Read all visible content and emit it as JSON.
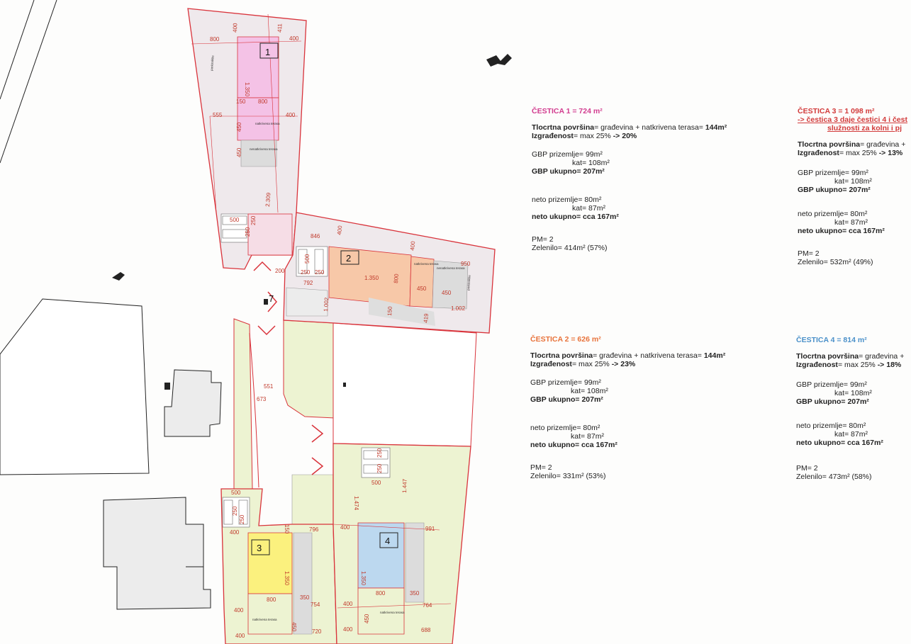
{
  "colors": {
    "parcel_outline": "#d9333b",
    "parcel_fill": "#efe9ec",
    "road_fill": "#edf3d2",
    "building_1": "#f4c2e6",
    "building_2": "#f7c8a8",
    "building_3": "#fbf17e",
    "building_4": "#bcd8ef",
    "title_1": "#d23c8f",
    "title_2": "#e8723a",
    "title_3": "#d23a3a",
    "title_4": "#4a90c9"
  },
  "plan": {
    "parcel_numbers": [
      "1",
      "2",
      "3",
      "4"
    ],
    "access_number": "7",
    "terrace_label": "natkrivena terasa",
    "open_terrace_label": "nenatkrivena terasa",
    "parking_label": "parkiralište",
    "dims": {
      "p1_800": "800",
      "p1_400a": "400",
      "p1_411": "411",
      "p1_400b": "400",
      "p1_1350": "1.350",
      "p1_150": "150",
      "p1_800b": "800",
      "p1_555": "555",
      "p1_400c": "400",
      "p1_450a": "450",
      "p1_450b": "450",
      "p1_2309": "2.309",
      "p1_500": "500",
      "p1_250a": "250",
      "p1_250b": "250",
      "p2_846": "846",
      "p2_400a": "400",
      "p2_400b": "400",
      "p2_950": "950",
      "p2_500": "500",
      "p2_250a": "250",
      "p2_250b": "250",
      "p2_200": "200",
      "p2_792": "792",
      "p2_1350": "1.350",
      "p2_800": "800",
      "p2_450a": "450",
      "p2_450b": "450",
      "p2_1002a": "1.002",
      "p2_1002b": "1.002",
      "p2_150": "150",
      "p2_419": "419",
      "r_551": "551",
      "r_673": "673",
      "p3_500": "500",
      "p3_250a": "250",
      "p3_250b": "250",
      "p3_400a": "400",
      "p3_150": "150",
      "p3_796": "796",
      "p3_1350": "1.350",
      "p3_800": "800",
      "p3_350": "350",
      "p3_754": "754",
      "p3_400b": "400",
      "p3_450": "450",
      "p3_720": "720",
      "p3_400c": "400",
      "p4_250a": "250",
      "p4_250b": "250",
      "p4_500": "500",
      "p4_1474": "1.474",
      "p4_1447": "1.447",
      "p4_400a": "400",
      "p4_991": "991",
      "p4_1350": "1.350",
      "p4_800": "800",
      "p4_350": "350",
      "p4_764": "764",
      "p4_400b": "400",
      "p4_450": "450",
      "p4_400c": "400",
      "p4_688": "688"
    }
  },
  "parcels": [
    {
      "title": "ČESTICA 1 = 724 m²",
      "note_1": "",
      "note_2": "",
      "tloc_label": "Tlocrtna površina",
      "tloc_text": "= građevina + natkrivena terasa= ",
      "tloc_value": "144m²",
      "izg_label": "Izgrađenost",
      "izg_text": "= max 25% ",
      "izg_value": "-> 20%",
      "gbp_prizemlje": "GBP prizemlje= 99m²",
      "gbp_kat": "kat= 108m²",
      "gbp_ukupno": "GBP ukupno= 207m²",
      "neto_prizemlje": "neto prizemlje= 80m²",
      "neto_kat": "kat= 87m²",
      "neto_ukupno": "neto ukupno= cca 167m²",
      "pm": "PM= 2",
      "zelenilo": "Zelenilo= 414m² (57%)"
    },
    {
      "title": "ČESTICA 2 = 626 m²",
      "note_1": "",
      "note_2": "",
      "tloc_label": "Tlocrtna površina",
      "tloc_text": "= građevina + natkrivena terasa= ",
      "tloc_value": "144m²",
      "izg_label": "Izgrađenost",
      "izg_text": "= max 25% ",
      "izg_value": "-> 23%",
      "gbp_prizemlje": "GBP prizemlje= 99m²",
      "gbp_kat": "kat= 108m²",
      "gbp_ukupno": "GBP ukupno= 207m²",
      "neto_prizemlje": "neto prizemlje= 80m²",
      "neto_kat": "kat= 87m²",
      "neto_ukupno": "neto ukupno= cca 167m²",
      "pm": "PM= 2",
      "zelenilo": "Zelenilo= 331m² (53%)"
    },
    {
      "title": "ČESTICA 3 = 1 098 m²",
      "note_1": "-> čestica 3 daje čestici 4 i čest",
      "note_2": "služnosti za kolni i pj",
      "tloc_label": "Tlocrtna površina",
      "tloc_text": "= građevina +",
      "tloc_value": "",
      "izg_label": "Izgrađenost",
      "izg_text": "= max 25% ",
      "izg_value": "-> 13%",
      "gbp_prizemlje": "GBP prizemlje= 99m²",
      "gbp_kat": "kat= 108m²",
      "gbp_ukupno": "GBP ukupno= 207m²",
      "neto_prizemlje": "neto prizemlje= 80m²",
      "neto_kat": "kat= 87m²",
      "neto_ukupno": "neto ukupno= cca 167m²",
      "pm": "PM= 2",
      "zelenilo": "Zelenilo= 532m² (49%)"
    },
    {
      "title": "ČESTICA 4 = 814 m²",
      "note_1": "",
      "note_2": "",
      "tloc_label": "Tlocrtna površina",
      "tloc_text": "= građevina +",
      "tloc_value": "",
      "izg_label": "Izgrađenost",
      "izg_text": "= max 25% ",
      "izg_value": "-> 18%",
      "gbp_prizemlje": "GBP prizemlje= 99m²",
      "gbp_kat": "kat= 108m²",
      "gbp_ukupno": "GBP ukupno= 207m²",
      "neto_prizemlje": "neto prizemlje= 80m²",
      "neto_kat": "kat= 87m²",
      "neto_ukupno": "neto ukupno= cca 167m²",
      "pm": "PM= 2",
      "zelenilo": "Zelenilo= 473m² (58%)"
    }
  ]
}
